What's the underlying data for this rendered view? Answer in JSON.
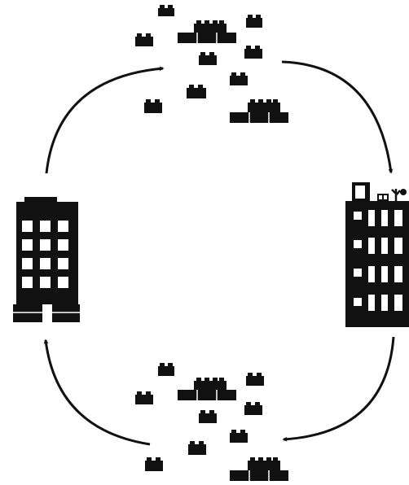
{
  "diagram": {
    "kind": "cycle",
    "nodes": [
      {
        "id": "top-bricks",
        "depiction": "scattered-lego-bricks"
      },
      {
        "id": "right-building",
        "depiction": "building-with-rooftop-garden"
      },
      {
        "id": "bottom-bricks",
        "depiction": "scattered-lego-bricks"
      },
      {
        "id": "left-building",
        "depiction": "brick-building"
      }
    ],
    "arrows": [
      {
        "from": "top-bricks",
        "to": "right-building",
        "direction": "clockwise"
      },
      {
        "from": "right-building",
        "to": "bottom-bricks",
        "direction": "clockwise"
      },
      {
        "from": "bottom-bricks",
        "to": "left-building",
        "direction": "clockwise"
      },
      {
        "from": "left-building",
        "to": "top-bricks",
        "direction": "clockwise"
      }
    ],
    "colors": {
      "ink": "#111111",
      "background": "#ffffff"
    }
  }
}
